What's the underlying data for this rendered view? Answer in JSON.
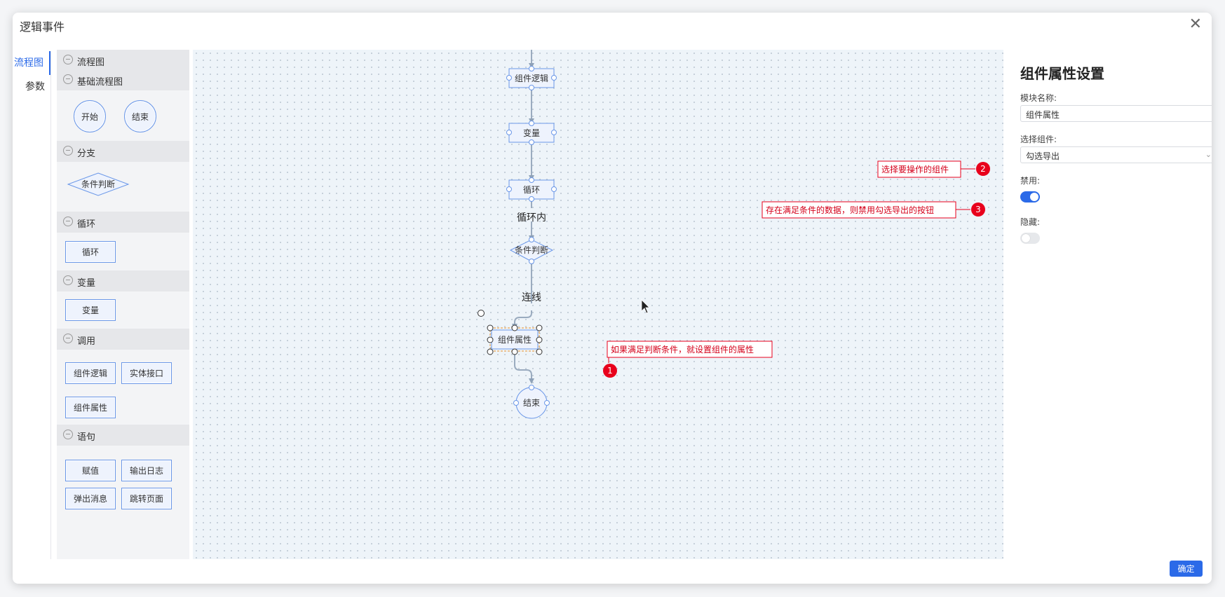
{
  "dialog": {
    "title": "逻辑事件",
    "close_icon": "close-icon",
    "confirm_label": "确定"
  },
  "tabs": [
    {
      "label": "流程图",
      "active": true
    },
    {
      "label": "参数",
      "active": false
    }
  ],
  "palette": {
    "root_label": "流程图",
    "sections": [
      {
        "label": "基础流程图",
        "nodes": [
          "开始",
          "结束"
        ]
      },
      {
        "label": "分支",
        "nodes": [
          "条件判断"
        ]
      },
      {
        "label": "循环",
        "nodes": [
          "循环"
        ]
      },
      {
        "label": "变量",
        "nodes": [
          "变量"
        ]
      },
      {
        "label": "调用",
        "nodes": [
          "组件逻辑",
          "实体接口",
          "组件属性"
        ]
      },
      {
        "label": "语句",
        "nodes": [
          "赋值",
          "输出日志",
          "弹出消息",
          "跳转页面"
        ]
      }
    ]
  },
  "flow": {
    "nodes": {
      "component_logic": "组件逻辑",
      "variable": "变量",
      "loop": "循环",
      "condition": "条件判断",
      "component_prop": "组件属性",
      "end": "结束"
    },
    "edge_labels": {
      "loop_inner": "循环内",
      "link": "连线"
    }
  },
  "annotations": [
    {
      "number": "1",
      "text": "如果满足判断条件，就设置组件的属性"
    },
    {
      "number": "2",
      "text": "选择要操作的组件"
    },
    {
      "number": "3",
      "text": "存在满足条件的数据，则禁用勾选导出的按钮"
    }
  ],
  "properties": {
    "title": "组件属性设置",
    "module_name_label": "模块名称:",
    "module_name_value": "组件属性",
    "component_label": "选择组件:",
    "component_value": "勾选导出",
    "disabled_label": "禁用:",
    "disabled_on": true,
    "hidden_label": "隐藏:",
    "hidden_on": false
  },
  "colors": {
    "accent": "#2b6ae8",
    "annotation": "#e8001c",
    "node_border": "#6a97e8"
  }
}
